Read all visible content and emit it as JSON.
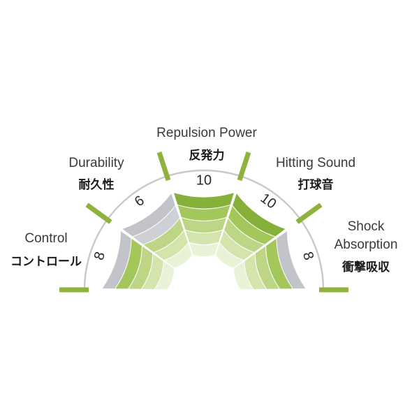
{
  "chart_data": {
    "type": "radial-bar",
    "max": 10,
    "levels": 5,
    "categories": [
      {
        "en": "Control",
        "jp": "コントロール",
        "value": 8
      },
      {
        "en": "Durability",
        "jp": "耐久性",
        "value": 6
      },
      {
        "en": "Repulsion Power",
        "jp": "反発力",
        "value": 10
      },
      {
        "en": "Hitting Sound",
        "jp": "打球音",
        "value": 10
      },
      {
        "en": "Shock Absorption",
        "en_lines": [
          "Shock",
          "Absorption"
        ],
        "jp": "衝撃吸収",
        "value": 8
      }
    ],
    "value_labels": [
      "8",
      "6",
      "10",
      "10",
      "8"
    ]
  },
  "colors": {
    "green_levels": [
      "#e9f1d6",
      "#d3e4ad",
      "#bcd685",
      "#a3c75b",
      "#86b03a"
    ],
    "gray_levels": [
      "#f4f4f6",
      "#e8e9ed",
      "#dcdde2",
      "#cfd0d5",
      "#c3c4c9"
    ],
    "outer_arc": "#c8c9cd",
    "tick": "#8fb23d"
  }
}
